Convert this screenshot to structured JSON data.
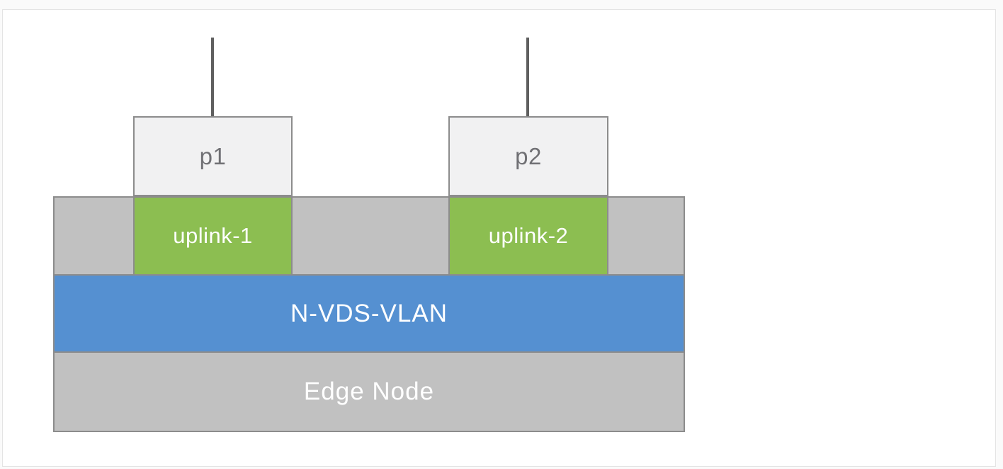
{
  "figure": {
    "ports": [
      {
        "label": "p1"
      },
      {
        "label": "p2"
      }
    ],
    "uplinks": [
      {
        "label": "uplink-1"
      },
      {
        "label": "uplink-2"
      }
    ],
    "vswitch_label": "N-VDS-VLAN",
    "node_label": "Edge Node",
    "colors": {
      "uplink_green": "#8cbe51",
      "vswitch_blue": "#5590d1",
      "node_gray": "#c1c1c1",
      "border_gray": "#8c8c8c",
      "port_fill": "#f1f1f2",
      "port_text": "#707074",
      "wire": "#5f5f5f",
      "card_border": "#e4e4e4",
      "page_bg": "#fafafa"
    }
  }
}
